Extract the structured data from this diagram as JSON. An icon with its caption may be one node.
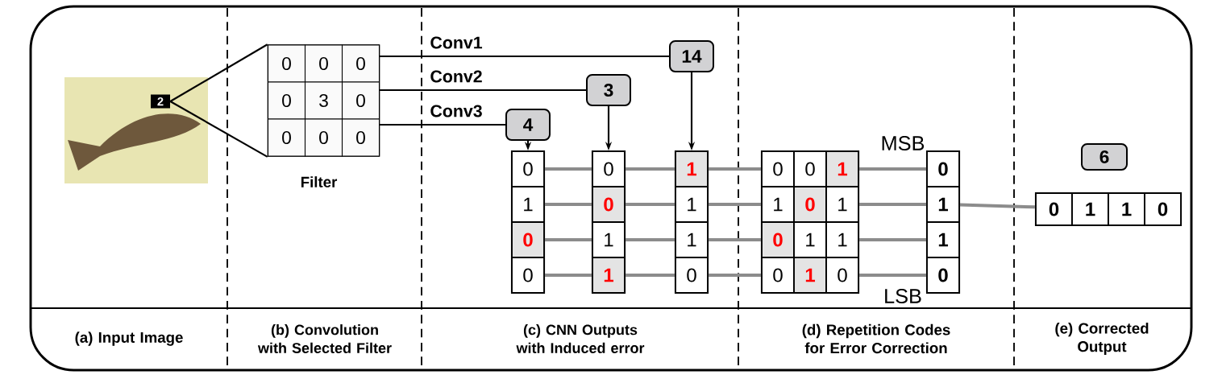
{
  "diagram": {
    "nodes": [
      {
        "text": [],
        "shape": "picture"
      },
      {
        "text": [
          "2"
        ],
        "in": 0
      },
      {
        "text": [],
        "shape": "box",
        "beside": [
          "Filter"
        ]
      },
      {
        "text": [
          "0"
        ],
        "in": 2
      },
      {
        "text": [
          "0"
        ],
        "in": 2
      },
      {
        "text": [
          "0"
        ],
        "in": 2
      },
      {
        "text": [
          "0"
        ],
        "in": 2
      },
      {
        "text": [
          "3"
        ],
        "in": 2
      },
      {
        "text": [
          "0"
        ],
        "in": 2
      },
      {
        "text": [
          "0"
        ],
        "in": 2
      },
      {
        "text": [
          "0"
        ],
        "in": 2
      },
      {
        "text": [
          "0"
        ],
        "in": 2
      },
      {
        "text": [
          "14"
        ]
      },
      {
        "text": [
          "3"
        ]
      },
      {
        "text": [
          "4"
        ]
      },
      {
        "text": [],
        "shape": "box"
      },
      {
        "text": [
          "0"
        ],
        "in": 15
      },
      {
        "text": [
          "1"
        ],
        "in": 15
      },
      {
        "text": [
          "0"
        ],
        "in": 15
      },
      {
        "text": [
          "0"
        ],
        "in": 15
      },
      {
        "text": [],
        "shape": "box"
      },
      {
        "text": [
          "0"
        ],
        "in": 20
      },
      {
        "text": [
          "0"
        ],
        "in": 20
      },
      {
        "text": [
          "1"
        ],
        "in": 20
      },
      {
        "text": [
          "1"
        ],
        "in": 20
      },
      {
        "text": [],
        "shape": "box"
      },
      {
        "text": [
          "1"
        ],
        "in": 25
      },
      {
        "text": [
          "1"
        ],
        "in": 25
      },
      {
        "text": [
          "1"
        ],
        "in": 25
      },
      {
        "text": [
          "0"
        ],
        "in": 25
      },
      {
        "text": [],
        "shape": "box"
      },
      {
        "text": [
          "0"
        ],
        "in": 30
      },
      {
        "text": [
          "0"
        ],
        "in": 30
      },
      {
        "text": [
          "1"
        ],
        "in": 30
      },
      {
        "text": [
          "1"
        ],
        "in": 30
      },
      {
        "text": [
          "0"
        ],
        "in": 30
      },
      {
        "text": [
          "1"
        ],
        "in": 30
      },
      {
        "text": [
          "0"
        ],
        "in": 30
      },
      {
        "text": [
          "1"
        ],
        "in": 30
      },
      {
        "text": [
          "1"
        ],
        "in": 30
      },
      {
        "text": [
          "0"
        ],
        "in": 30
      },
      {
        "text": [
          "1"
        ],
        "in": 30
      },
      {
        "text": [
          "0"
        ],
        "in": 30
      },
      {
        "text": [],
        "shape": "box"
      },
      {
        "text": [
          "0"
        ],
        "in": 43
      },
      {
        "text": [
          "1"
        ],
        "in": 43
      },
      {
        "text": [
          "1"
        ],
        "in": 43
      },
      {
        "text": [
          "0"
        ],
        "in": 43
      },
      {
        "text": [
          "6"
        ]
      },
      {
        "text": [],
        "shape": "box"
      },
      {
        "text": [
          "0"
        ],
        "in": 49
      },
      {
        "text": [
          "1"
        ],
        "in": 49
      },
      {
        "text": [
          "1"
        ],
        "in": 49
      },
      {
        "text": [
          "0"
        ],
        "in": 49
      }
    ],
    "edges": [
      {
        "from": 1,
        "to": 2,
        "arrow": "none",
        "color": "#000000"
      },
      {
        "from": 1,
        "to": 2,
        "arrow": "none",
        "color": "#000000"
      },
      {
        "from": 5,
        "to": 12,
        "arrow": "none",
        "label": "Conv1",
        "color": "#000000"
      },
      {
        "from": 8,
        "to": 13,
        "arrow": "none",
        "label": "Conv2",
        "color": "#000000"
      },
      {
        "from": 11,
        "to": 14,
        "arrow": "none",
        "label": "Conv3",
        "color": "#000000"
      },
      {
        "from": 14,
        "to": 15,
        "arrow": "to",
        "color": "#000000"
      },
      {
        "from": 13,
        "to": 20,
        "arrow": "to",
        "color": "#000000"
      },
      {
        "from": 12,
        "to": 25,
        "arrow": "to",
        "color": "#000000"
      },
      {
        "from": 16,
        "to": 21,
        "arrow": "none"
      },
      {
        "from": 17,
        "to": 22,
        "arrow": "none"
      },
      {
        "from": 18,
        "to": 23,
        "arrow": "none"
      },
      {
        "from": 19,
        "to": 24,
        "arrow": "none"
      },
      {
        "from": 21,
        "to": 26,
        "arrow": "none"
      },
      {
        "from": 22,
        "to": 27,
        "arrow": "none"
      },
      {
        "from": 23,
        "to": 28,
        "arrow": "none"
      },
      {
        "from": 24,
        "to": 29,
        "arrow": "none"
      },
      {
        "from": 26,
        "to": 31,
        "arrow": "none"
      },
      {
        "from": 27,
        "to": 34,
        "arrow": "none"
      },
      {
        "from": 28,
        "to": 37,
        "arrow": "none"
      },
      {
        "from": 29,
        "to": 40,
        "arrow": "none"
      },
      {
        "from": 33,
        "to": 44,
        "arrow": "none"
      },
      {
        "from": 36,
        "to": 45,
        "arrow": "none"
      },
      {
        "from": 39,
        "to": 46,
        "arrow": "none"
      },
      {
        "from": 42,
        "to": 47,
        "arrow": "none"
      },
      {
        "from": 45,
        "to": 49,
        "arrow": "none"
      }
    ],
    "labels": [
      "MSB",
      "LSB",
      "(a) Input Image",
      "(b) Convolution with Selected Filter",
      "(c) CNN Outputs with Induced error",
      "(d) Repetition Codes for Error Correction",
      "(e) Corrected Output"
    ]
  }
}
